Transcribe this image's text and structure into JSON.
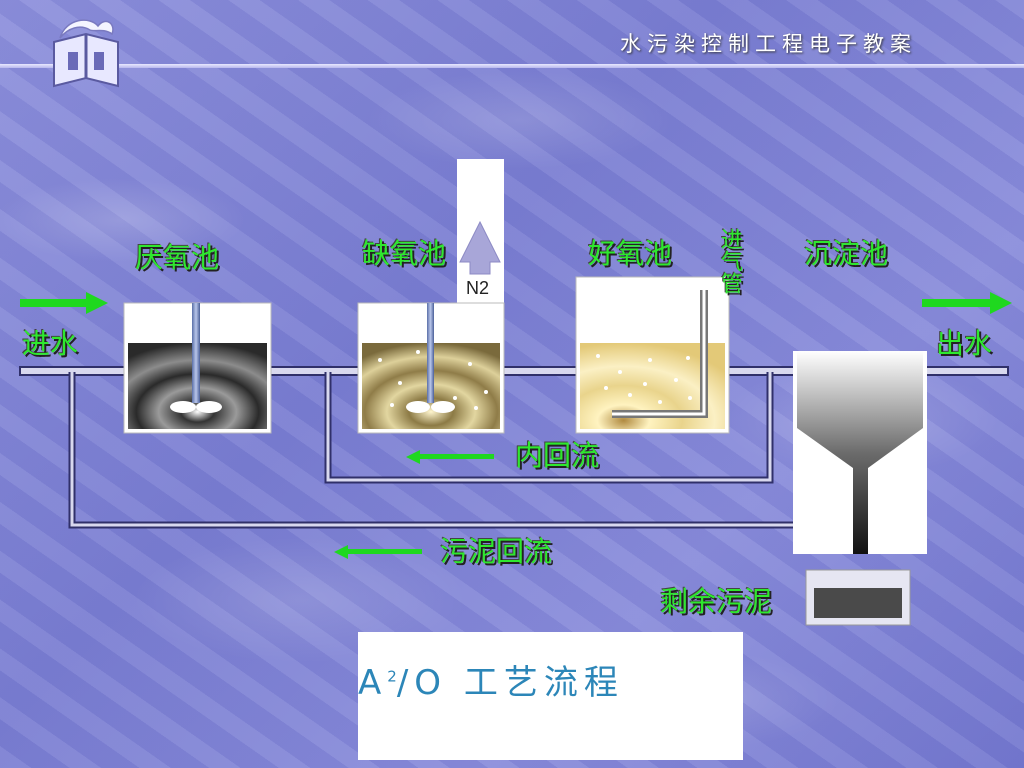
{
  "header": {
    "title": "水污染控制工程电子教案"
  },
  "diagram": {
    "inflow_label": "进水",
    "outflow_label": "出水",
    "anaerobic_tank": "厌氧池",
    "anoxic_tank": "缺氧池",
    "aerobic_tank": "好氧池",
    "air_pipe": "进气管",
    "settling_tank": "沉淀池",
    "nitrogen_gas": "N2",
    "internal_return": "内回流",
    "sludge_return": "污泥回流",
    "excess_sludge": "剩余污泥"
  },
  "title": {
    "main": "A",
    "superscript": "2",
    "rest": "/O 工艺流程"
  },
  "colors": {
    "label_green": "#2ee82e",
    "title_blue": "#2c86b8",
    "pipe_dark": "#30306a"
  }
}
